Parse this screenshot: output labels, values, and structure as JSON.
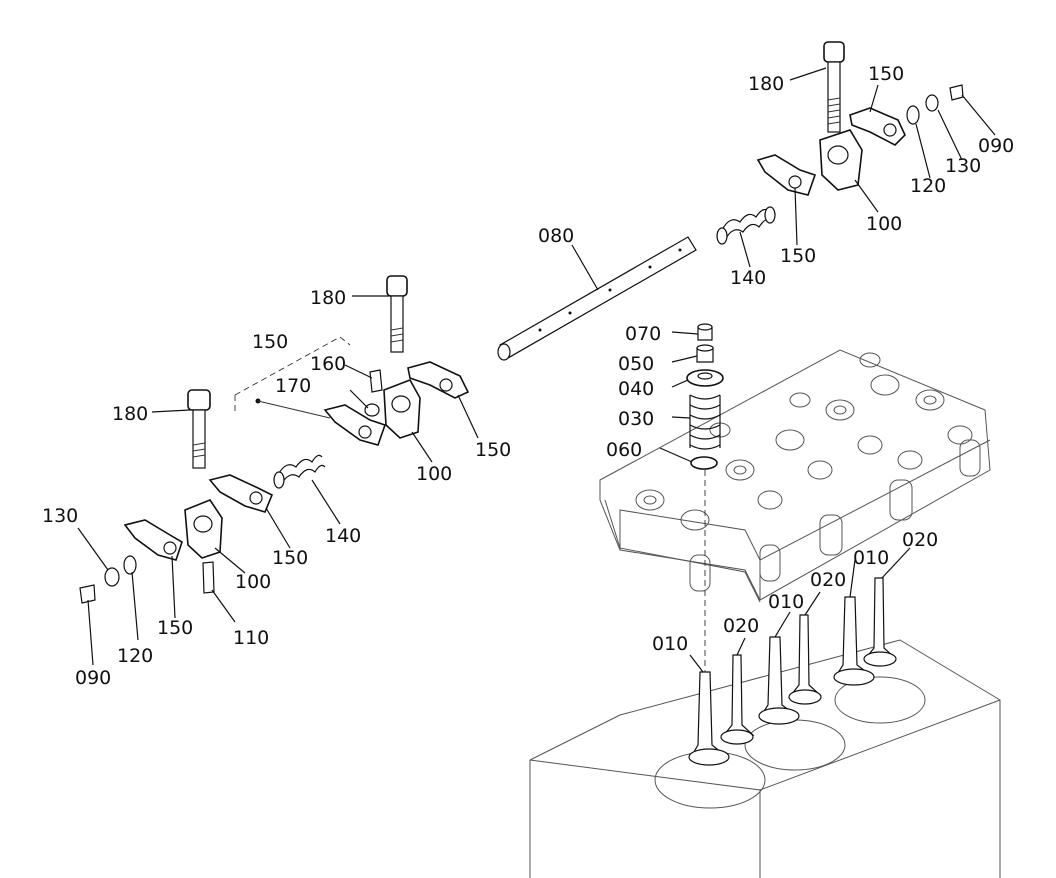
{
  "diagram": {
    "labels": {
      "p180_top": "180",
      "p150_top": "150",
      "p090_right": "090",
      "p130_right": "130",
      "p120_right": "120",
      "p100_right": "100",
      "p150_right": "150",
      "p140_right": "140",
      "p080": "080",
      "p180_mid": "180",
      "p150_bracket": "150",
      "p160": "160",
      "p170": "170",
      "p180_left": "180",
      "p100_mid": "100",
      "p150_mid": "150",
      "p140_left": "140",
      "p150_left2": "150",
      "p100_left": "100",
      "p130_left": "130",
      "p120_left": "120",
      "p150_left": "150",
      "p110": "110",
      "p090_left": "090",
      "p070": "070",
      "p050": "050",
      "p040": "040",
      "p030": "030",
      "p060": "060",
      "p010_a": "010",
      "p020_a": "020",
      "p010_b": "010",
      "p020_b": "020",
      "p010_c": "010",
      "p020_c": "020"
    }
  }
}
